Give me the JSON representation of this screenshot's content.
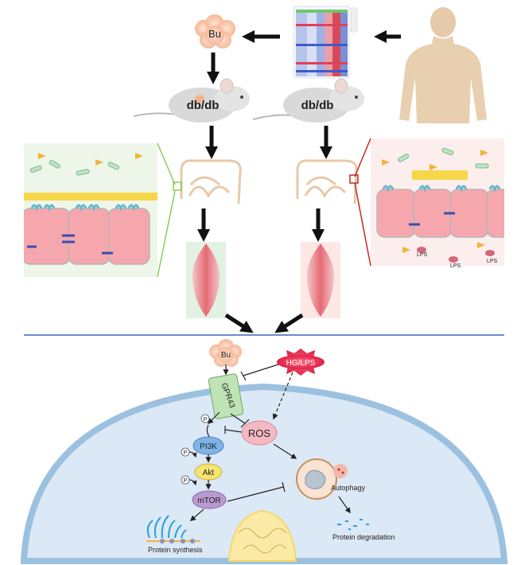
{
  "labels": {
    "bu_top": "Bu",
    "mouse_left": "db/db",
    "mouse_right": "db/db",
    "bu_cell": "Bu",
    "hg_lps": "HG/LPS",
    "gpr43": "GPR43",
    "ros": "ROS",
    "pi3k": "PI3K",
    "akt": "Akt",
    "mtor": "mTOR",
    "autophagy": "Autophagy",
    "protein_synthesis": "Protein synthesis",
    "protein_degradation": "Protein degradation",
    "lps_1": "LPS",
    "lps_2": "LPS",
    "lps_3": "LPS",
    "p1": "P",
    "p2": "P",
    "p3": "P"
  },
  "colors": {
    "bu_cloud": "#f6c2a4",
    "cell_fill": "#dbe8f5",
    "cell_membrane": "#9cc0e0",
    "nucleus": "#fbeaa5",
    "intestinal_cell": "#f6a7ad",
    "mucus": "#f7d64a",
    "hg_lps_star": "#e8234a",
    "gpr43": "#bfe3b4",
    "ros": "#f5b9c3",
    "pi3k": "#7fb3e6",
    "akt": "#f8e470",
    "mtor": "#b99ad0",
    "divider": "#6b8cc8"
  },
  "icons": {
    "human": "human-silhouette-icon",
    "heatmap": "heatmap-icon",
    "mouse": "mouse-icon",
    "intestine": "intestine-icon",
    "muscle": "muscle-icon"
  }
}
